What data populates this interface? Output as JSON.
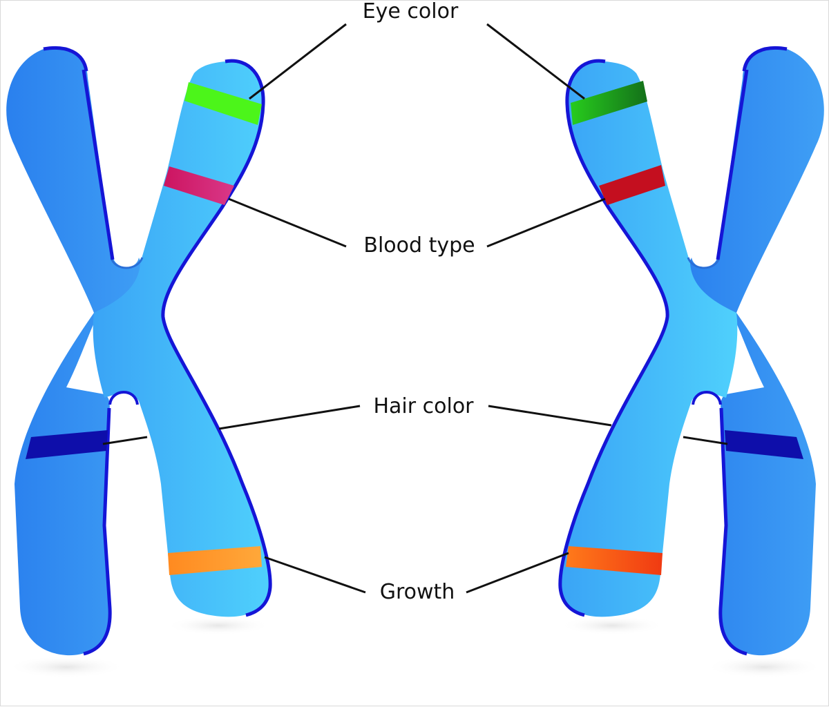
{
  "labels": {
    "eye_color": "Eye color",
    "blood_type": "Blood type",
    "hair_color": "Hair color",
    "growth": "Growth"
  },
  "colors": {
    "chromatid_dark": "#2f86f0",
    "chromatid_light": "#4ec8fb",
    "outline": "#1515d6",
    "eye_left": "#4cf51a",
    "eye_right_a": "#23c71a",
    "eye_right_b": "#157a18",
    "blood_left": "#d3206e",
    "blood_right": "#c40f1f",
    "hair_band": "#0e0eaa",
    "growth_left": "#ff9a2a",
    "growth_right": "#ff4a18",
    "leader_line": "#111111"
  }
}
